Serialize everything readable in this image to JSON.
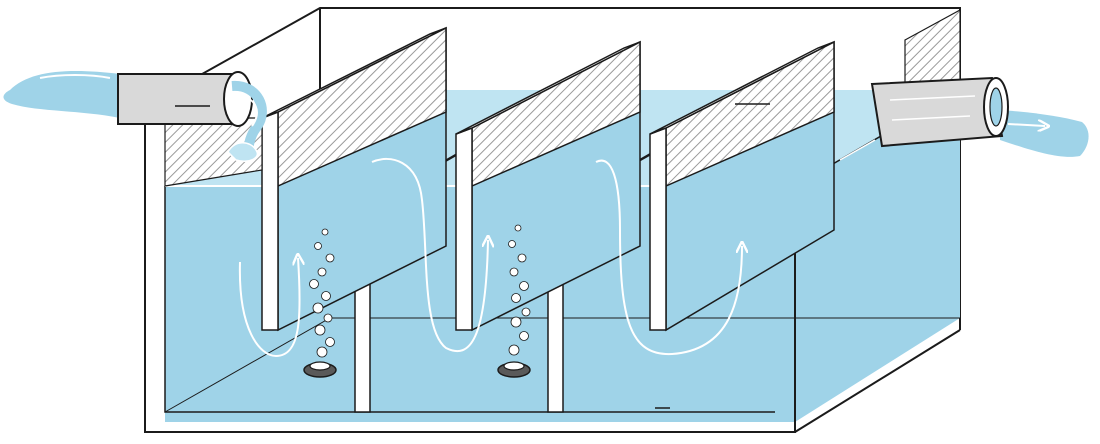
{
  "figure": {
    "subject": "",
    "compartments": 3,
    "baffles": 3,
    "aerators": 2,
    "colors": {
      "water": "#9fd3e8",
      "water_light": "#bfe4f2",
      "outline": "#1b1b1b",
      "tank_wall": "#ffffff",
      "baffle_top_hatch": "#cfcfcf",
      "flow_arrow": "#ffffff"
    },
    "icons": {
      "inlet": "inlet-pipe-icon",
      "outlet": "outlet-pipe-icon",
      "aerator": "aerator-diffuser-icon",
      "flow": "flow-arrow-icon",
      "bubbles": "air-bubbles-icon"
    }
  }
}
